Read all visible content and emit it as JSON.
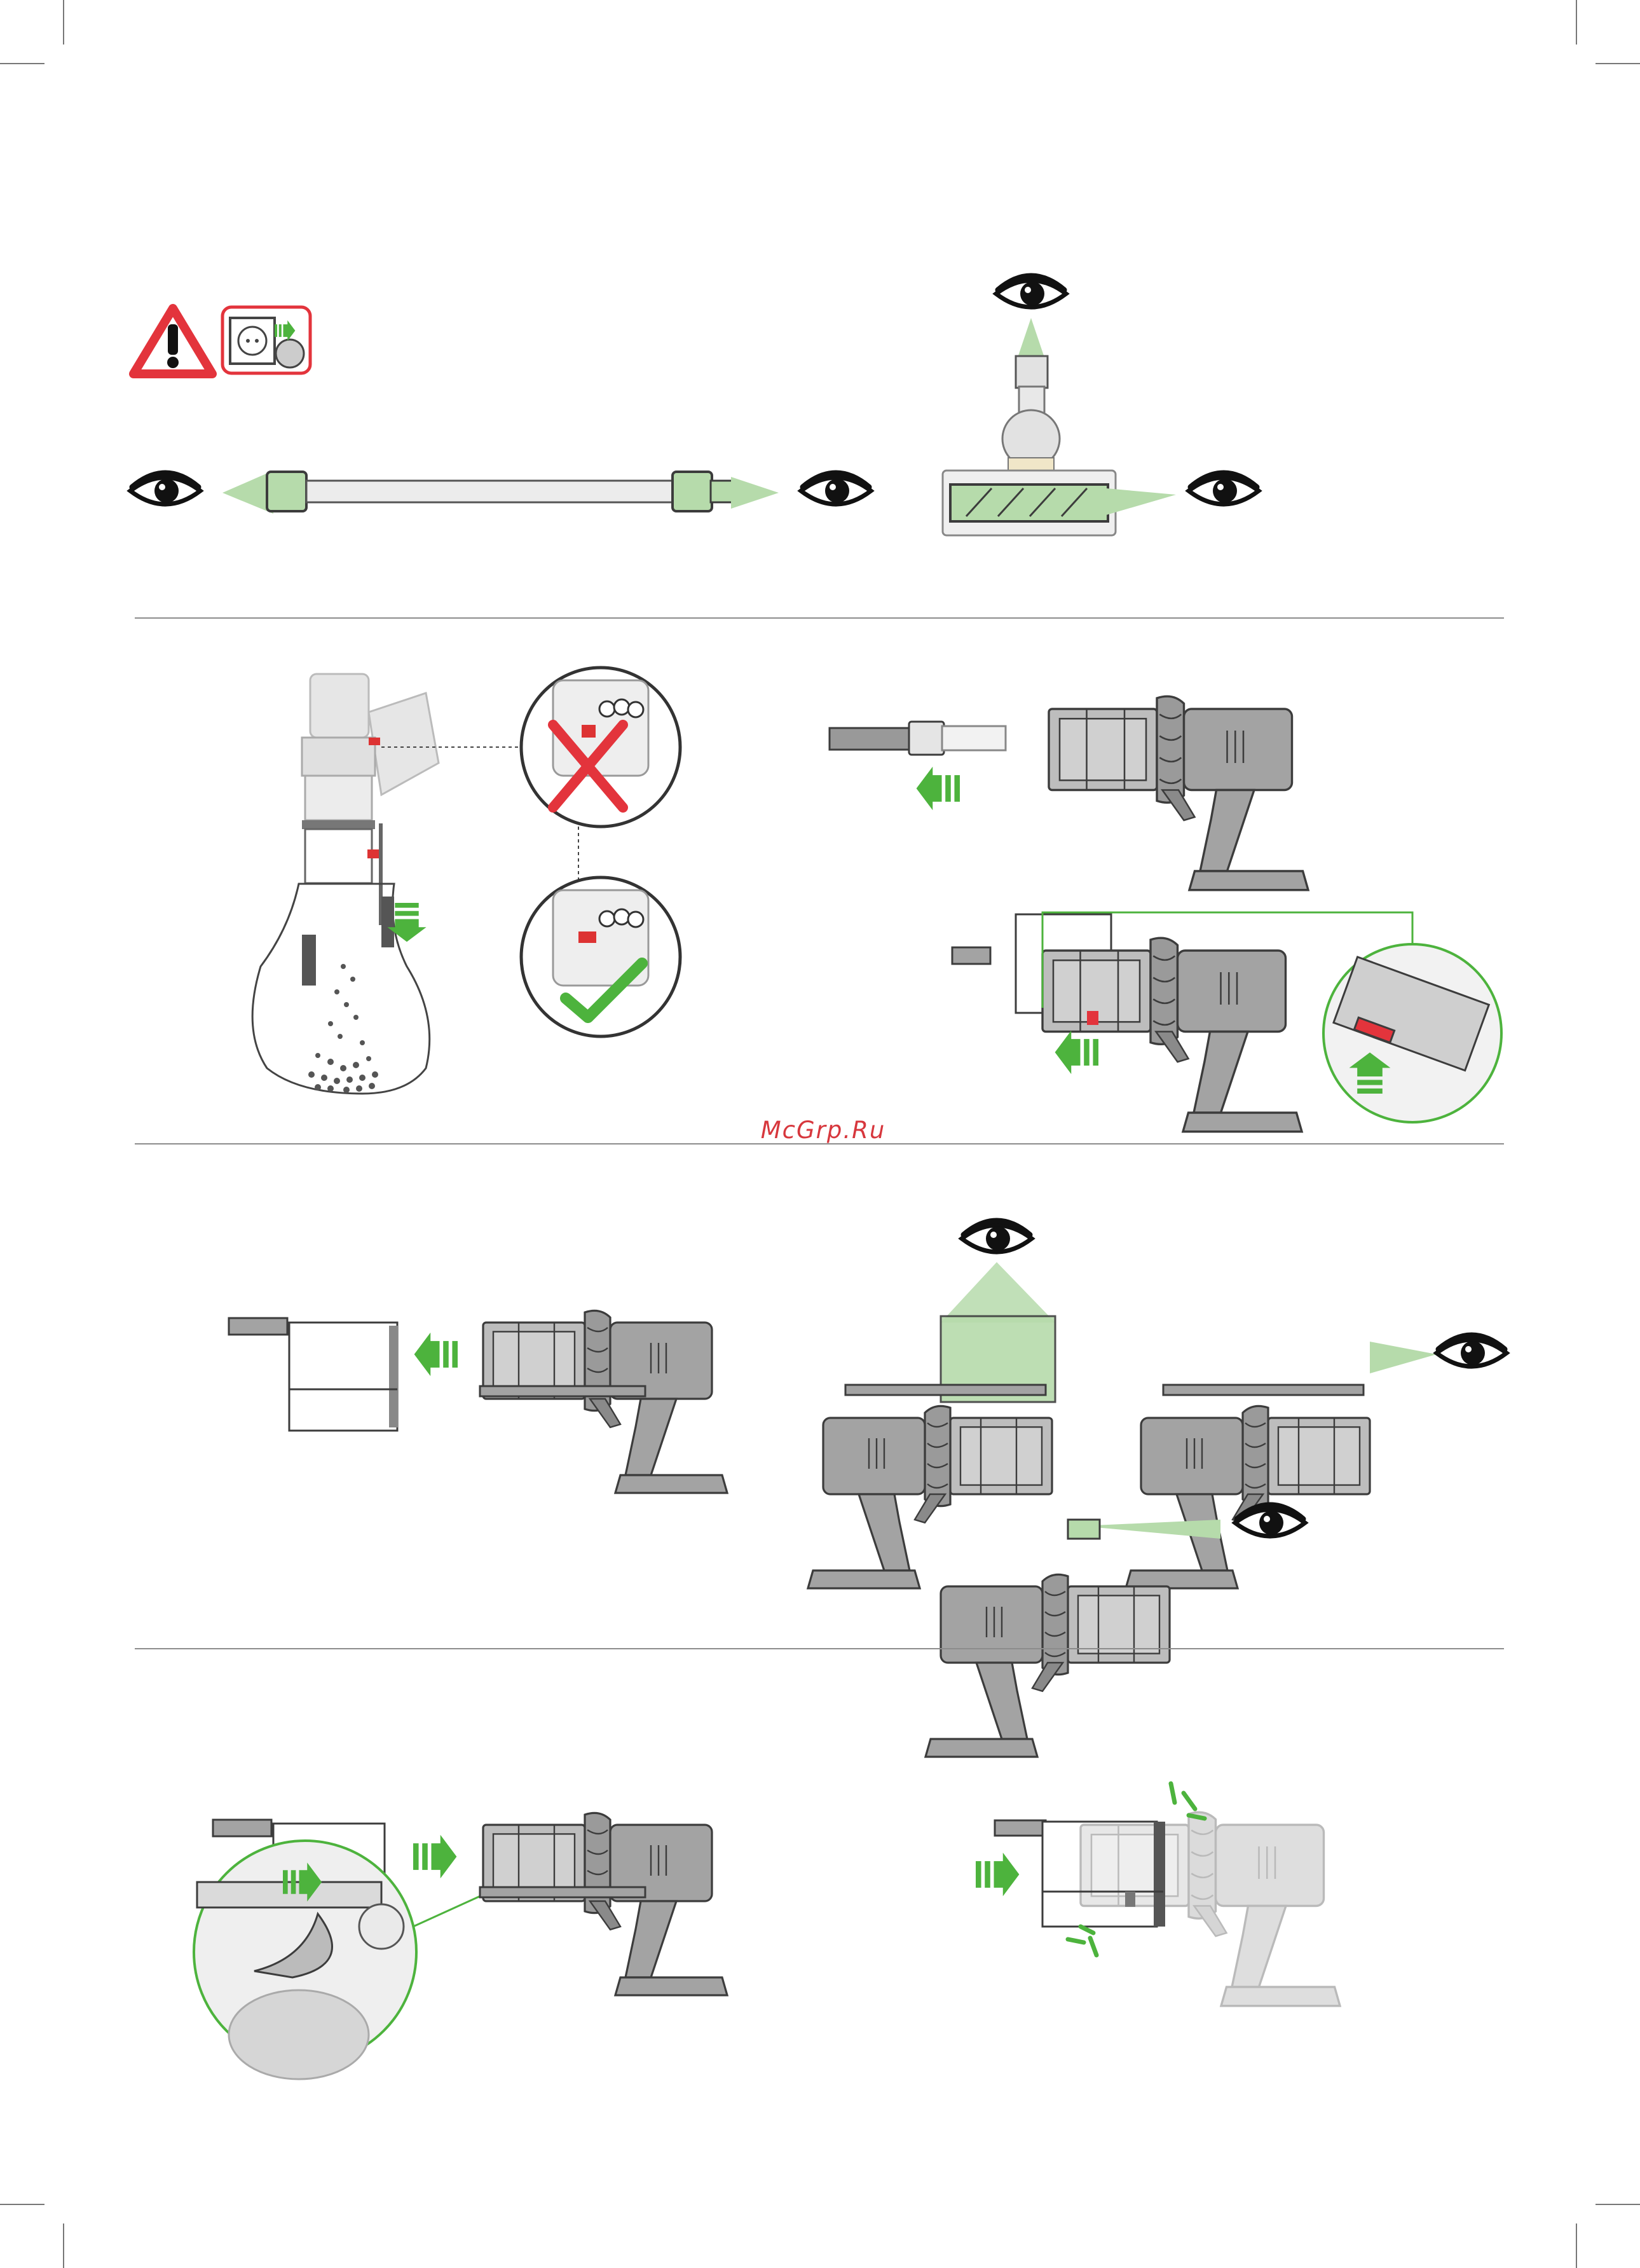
{
  "page": {
    "watermark": "McGrp.Ru",
    "sections": [
      {
        "id": "check-blockages",
        "steps": [
          "unplug-warning",
          "inspect-wand",
          "inspect-cleaner-head"
        ]
      },
      {
        "id": "empty-bin",
        "steps": [
          "empty-bin-into-bag",
          "detach-wand",
          "release-bin-runner"
        ]
      },
      {
        "id": "remove-and-inspect-bin",
        "steps": [
          "remove-bin",
          "inspect-cyclone-top",
          "inspect-cyclone-front",
          "inspect-cyclone-inlet"
        ]
      },
      {
        "id": "refit-bin",
        "steps": [
          "slide-bin-on",
          "click-into-place"
        ]
      }
    ]
  },
  "colors": {
    "accent_green": "#4db33d",
    "light_green": "#b6dbab",
    "warning_red": "#e3343c",
    "machine_gray": "#a3a3a3",
    "light_gray": "#e2e2e2",
    "outline": "#3c3c3c",
    "divider": "#8c8c8c"
  },
  "icons": [
    "warning-icon",
    "unplug-icon",
    "eye-icon",
    "cross-icon",
    "check-icon",
    "arrow-icon"
  ]
}
